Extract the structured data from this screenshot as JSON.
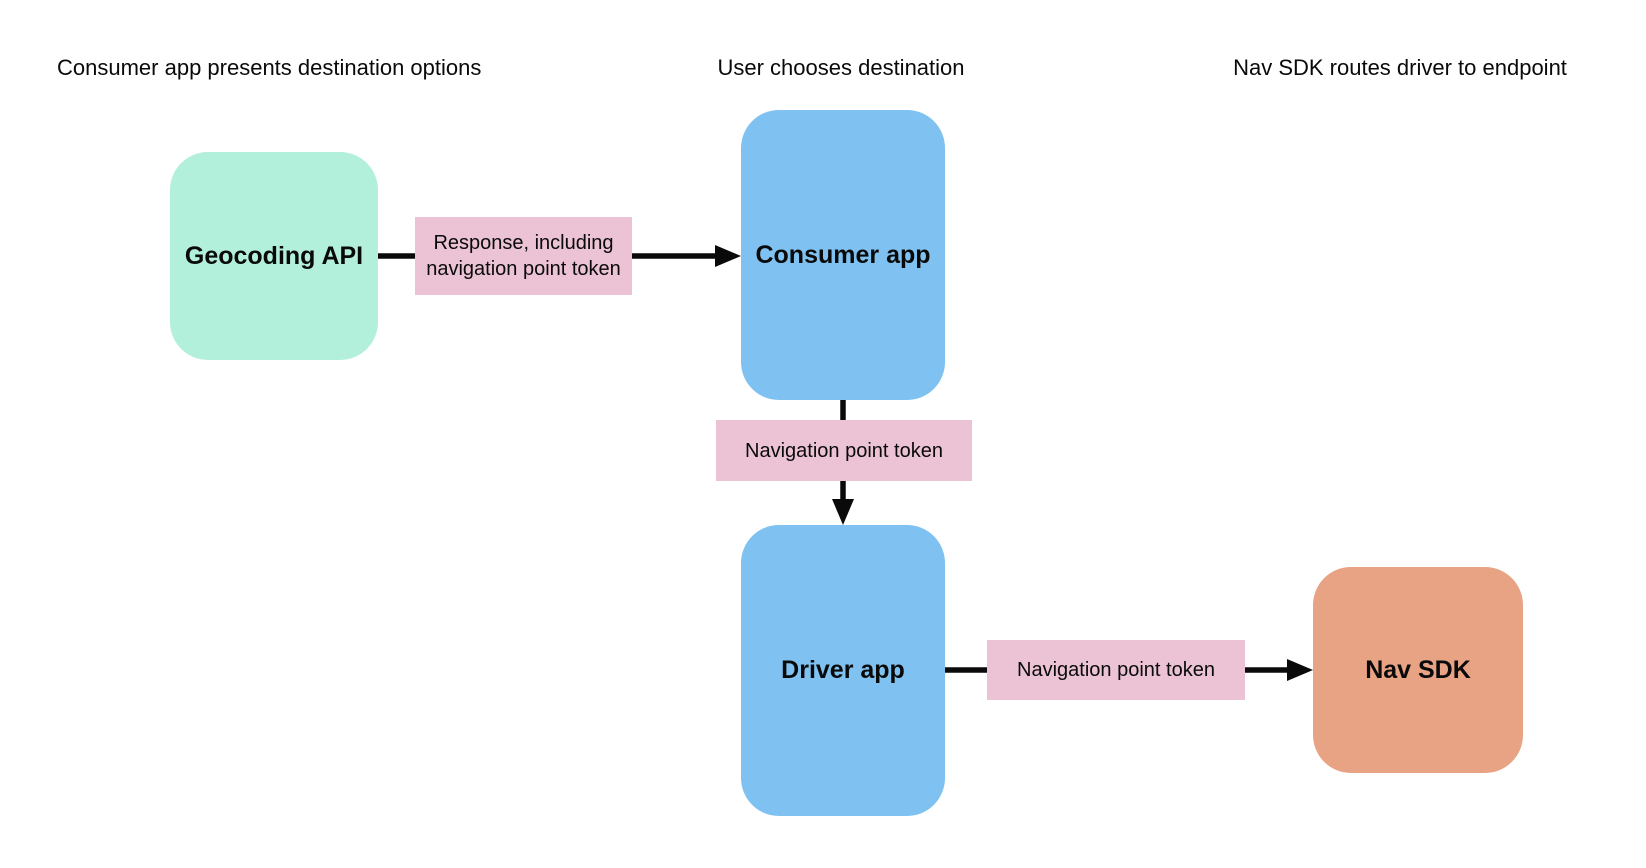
{
  "diagram": {
    "colors": {
      "canvas_bg": "#ffffff",
      "api_box": "#b2f0db",
      "app_box": "#7fc2f1",
      "sdk_box": "#e8a284",
      "label_box": "#ebc3d5",
      "arrow": "#0a0a0a",
      "text": "#0a0a0a"
    },
    "headers": [
      {
        "label": "Consumer app presents destination options"
      },
      {
        "label": "User chooses destination"
      },
      {
        "label": "Nav SDK routes driver to endpoint"
      }
    ],
    "nodes": [
      {
        "id": "geocoding-api",
        "label": "Geocoding API"
      },
      {
        "id": "consumer-app",
        "label": "Consumer app"
      },
      {
        "id": "driver-app",
        "label": "Driver app"
      },
      {
        "id": "nav-sdk",
        "label": "Nav SDK"
      }
    ],
    "edges": [
      {
        "from": "geocoding-api",
        "to": "consumer-app",
        "label": "Response, including navigation point token"
      },
      {
        "from": "consumer-app",
        "to": "driver-app",
        "label": "Navigation point token"
      },
      {
        "from": "driver-app",
        "to": "nav-sdk",
        "label": "Navigation point token"
      }
    ]
  }
}
